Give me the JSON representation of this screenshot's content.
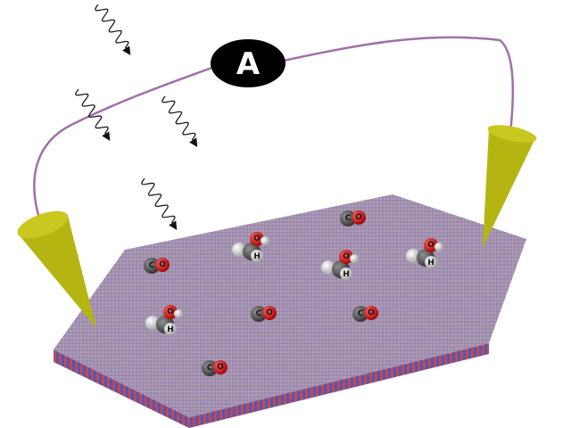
{
  "ammeter": {
    "label": "A"
  },
  "atoms": {
    "carbon": "C",
    "oxygen": "O",
    "hydrogen": "H"
  },
  "colors": {
    "surface": "#9c8aa8",
    "side_red": "#d04040",
    "side_blue": "#4050c0",
    "electrode": "#b5b512",
    "wire": "#a070a8",
    "oxygen": "#d01010",
    "carbon": "#505050",
    "hydrogen": "#e8e8e8"
  },
  "molecules": [
    {
      "type": "CO"
    },
    {
      "type": "CO"
    },
    {
      "type": "CO"
    },
    {
      "type": "CO"
    },
    {
      "type": "CO"
    },
    {
      "type": "CH3OH"
    },
    {
      "type": "CH3OH"
    },
    {
      "type": "CH3OH"
    },
    {
      "type": "CH3OH"
    }
  ]
}
